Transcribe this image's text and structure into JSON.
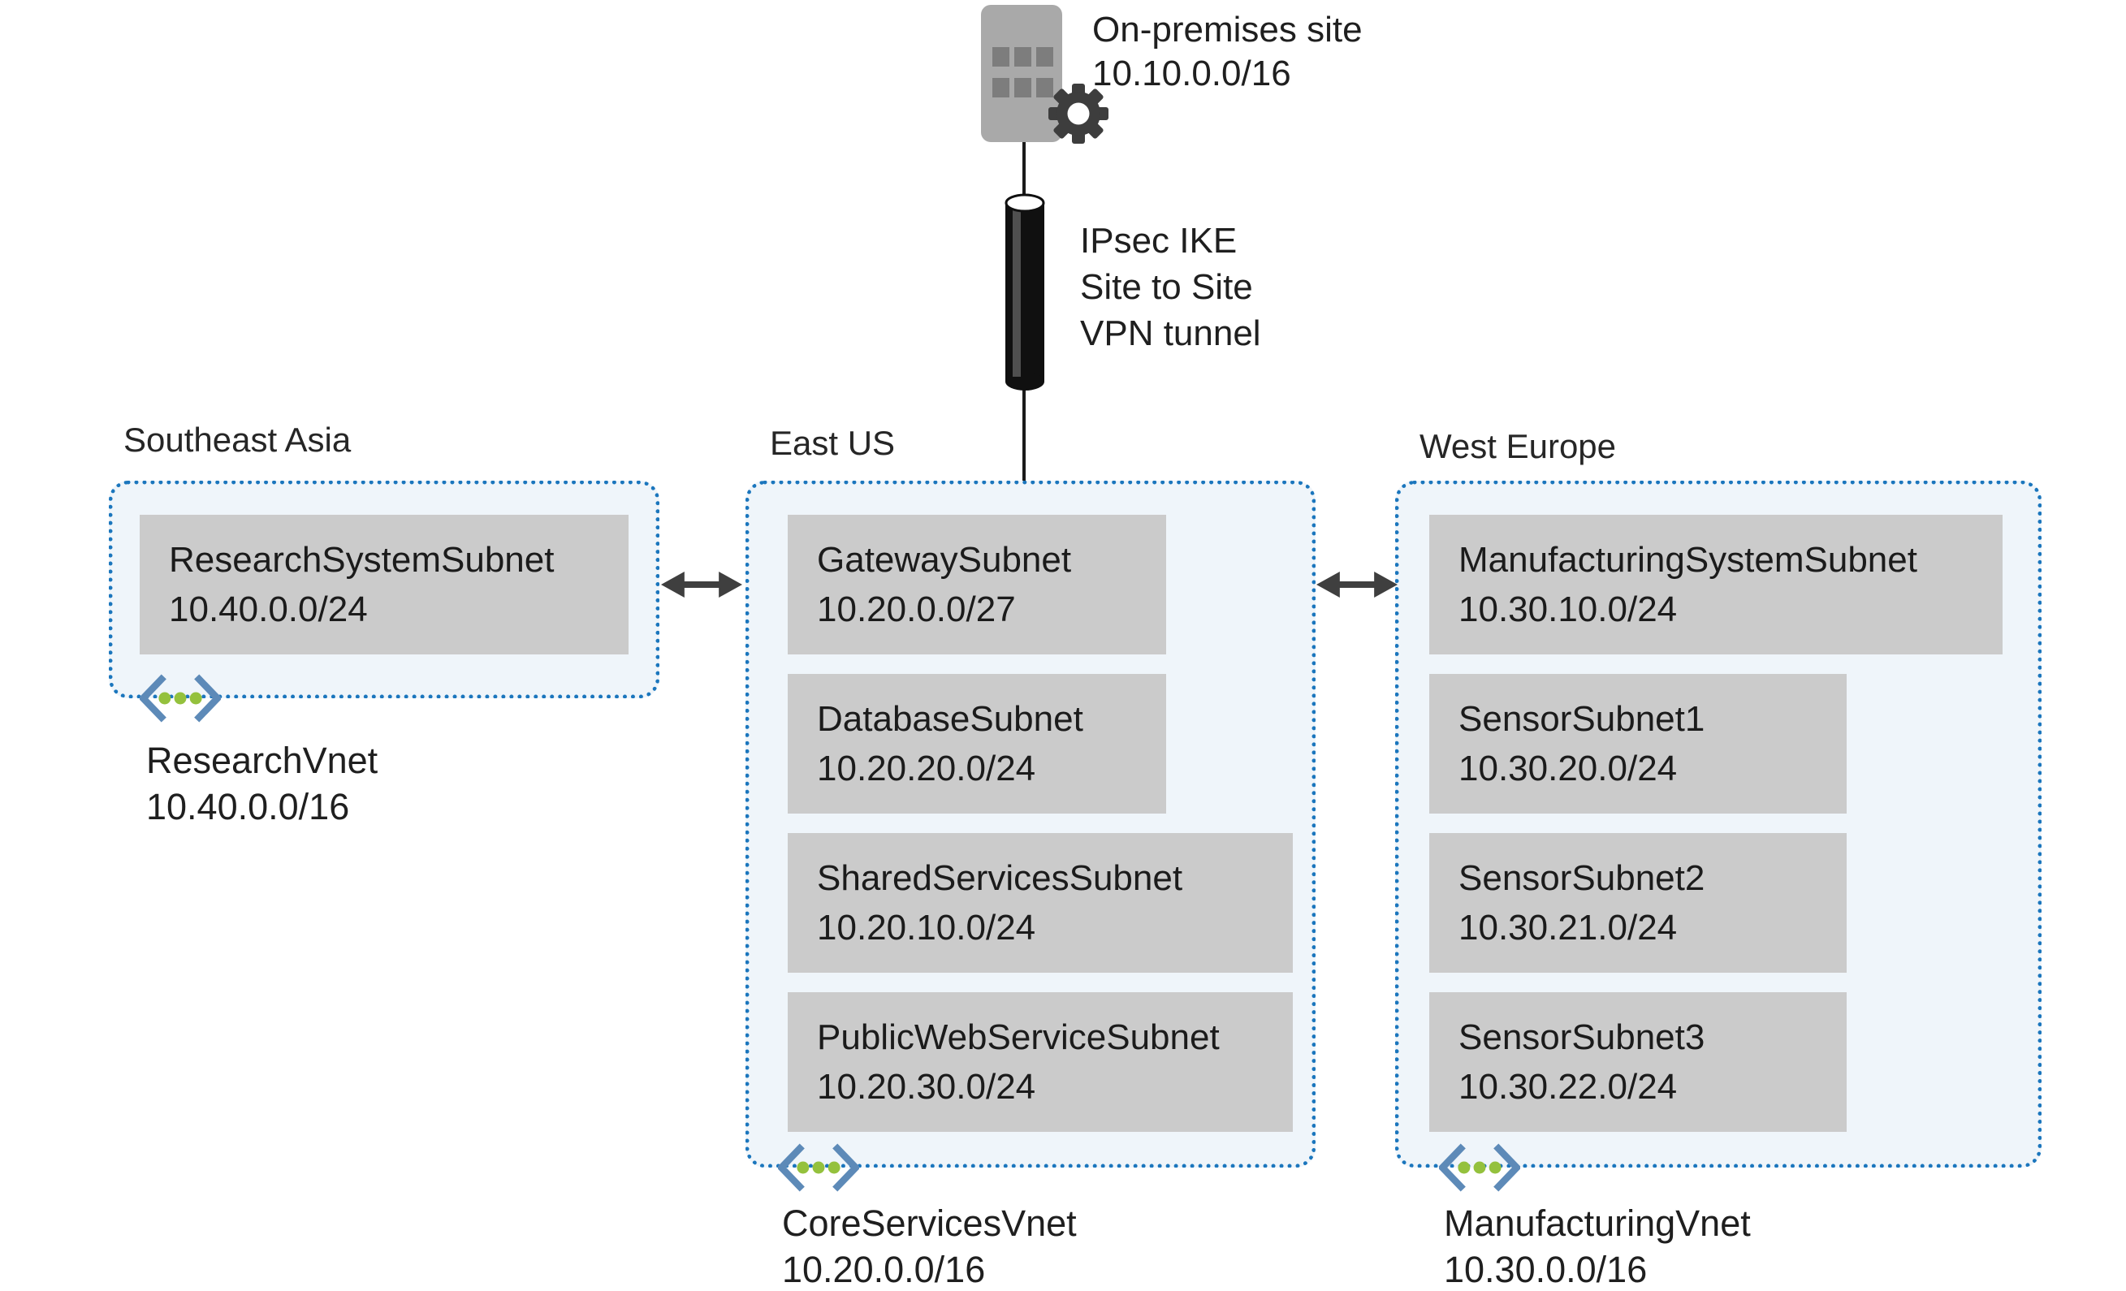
{
  "title": "Azure virtual network peering diagram",
  "colors": {
    "region_border": "#1b76bd",
    "region_fill": "#eff5fa",
    "subnet_fill": "#cbcbcb",
    "text": "#1b1b1b",
    "arrow": "#3f3f3f",
    "vnet_bracket_blue": "#5d8ab8",
    "vnet_dot_green": "#94c13d",
    "building_gray": "#a9a9a9",
    "building_window_gray": "#7d7d7d",
    "gear_gray": "#3d3d3d",
    "tunnel_black": "#101010"
  },
  "on_premises": {
    "name": "On-premises site",
    "cidr": "10.10.0.0/16"
  },
  "vpn_tunnel": {
    "line1": "IPsec IKE",
    "line2": "Site to Site",
    "line3": "VPN tunnel"
  },
  "regions": [
    {
      "name": "Southeast Asia",
      "vnet_name": "ResearchVnet",
      "vnet_cidr": "10.40.0.0/16",
      "subnets": [
        {
          "name": "ResearchSystemSubnet",
          "cidr": "10.40.0.0/24"
        }
      ]
    },
    {
      "name": "East US",
      "vnet_name": "CoreServicesVnet",
      "vnet_cidr": "10.20.0.0/16",
      "subnets": [
        {
          "name": "GatewaySubnet",
          "cidr": "10.20.0.0/27"
        },
        {
          "name": "DatabaseSubnet",
          "cidr": "10.20.20.0/24"
        },
        {
          "name": "SharedServicesSubnet",
          "cidr": "10.20.10.0/24"
        },
        {
          "name": "PublicWebServiceSubnet",
          "cidr": "10.20.30.0/24"
        }
      ]
    },
    {
      "name": "West Europe",
      "vnet_name": "ManufacturingVnet",
      "vnet_cidr": "10.30.0.0/16",
      "subnets": [
        {
          "name": "ManufacturingSystemSubnet",
          "cidr": "10.30.10.0/24"
        },
        {
          "name": "SensorSubnet1",
          "cidr": "10.30.20.0/24"
        },
        {
          "name": "SensorSubnet2",
          "cidr": "10.30.21.0/24"
        },
        {
          "name": "SensorSubnet3",
          "cidr": "10.30.22.0/24"
        }
      ]
    }
  ]
}
